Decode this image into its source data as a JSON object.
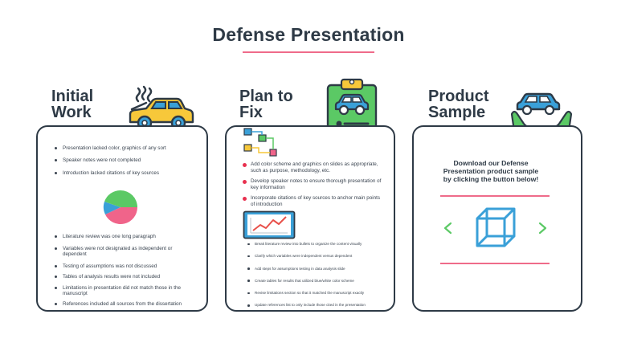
{
  "page": {
    "title": "Defense Presentation"
  },
  "columns": {
    "initial": {
      "title_line1": "Initial",
      "title_line2": "Work",
      "bullets_top": [
        "Presentation lacked color, graphics of any sort",
        "Speaker notes were not completed",
        "Introduction lacked citations of key sources"
      ],
      "bullets_bottom": [
        "Literature review was one long paragraph",
        "Variables were not designated as independent or dependent",
        "Testing of assumptions was not discussed",
        "Tables of analysis results were not included",
        "Limitations in presentation did not match those in the manuscript",
        "References included all sources from the dissertation"
      ]
    },
    "plan": {
      "title_line1": "Plan to",
      "title_line2": "Fix",
      "bullets_top": [
        "Add color scheme and graphics on slides as appropriate, such as purpose, methodology, etc.",
        "Develop speaker notes to ensure thorough presentation of key information",
        "Incorporate citations of key sources to anchor main points of introduction"
      ],
      "bullets_bottom": [
        "Break literature review into bullets to organize the content visually",
        "Clarify which variables were independent versus dependent",
        "Add steps for assumptions testing in data analysis slide",
        "Create tables for results that utilized blue/white color scheme",
        "Revise limitations section so that it matched the manuscript exactly",
        "Update references list to only include those cited in the presentation"
      ]
    },
    "sample": {
      "title_line1": "Product",
      "title_line2": "Sample",
      "text": "Download our Defense Presentation product sample by clicking the button below!"
    }
  },
  "colors": {
    "dark": "#2e3a46",
    "pink": "#ef6b8a",
    "red": "#e8304f",
    "blue": "#3aa0d8",
    "green": "#5bc965",
    "yellow": "#f7c83a"
  },
  "icons": {
    "initial": "smoking-car-icon",
    "plan": "clipboard-car-icon",
    "sample": "hands-car-icon",
    "flow": "flowchart-icon",
    "chart": "line-chart-icon",
    "pie": "pie-chart-icon",
    "cube": "cube-icon",
    "prev": "chevron-left-icon",
    "next": "chevron-right-icon"
  }
}
